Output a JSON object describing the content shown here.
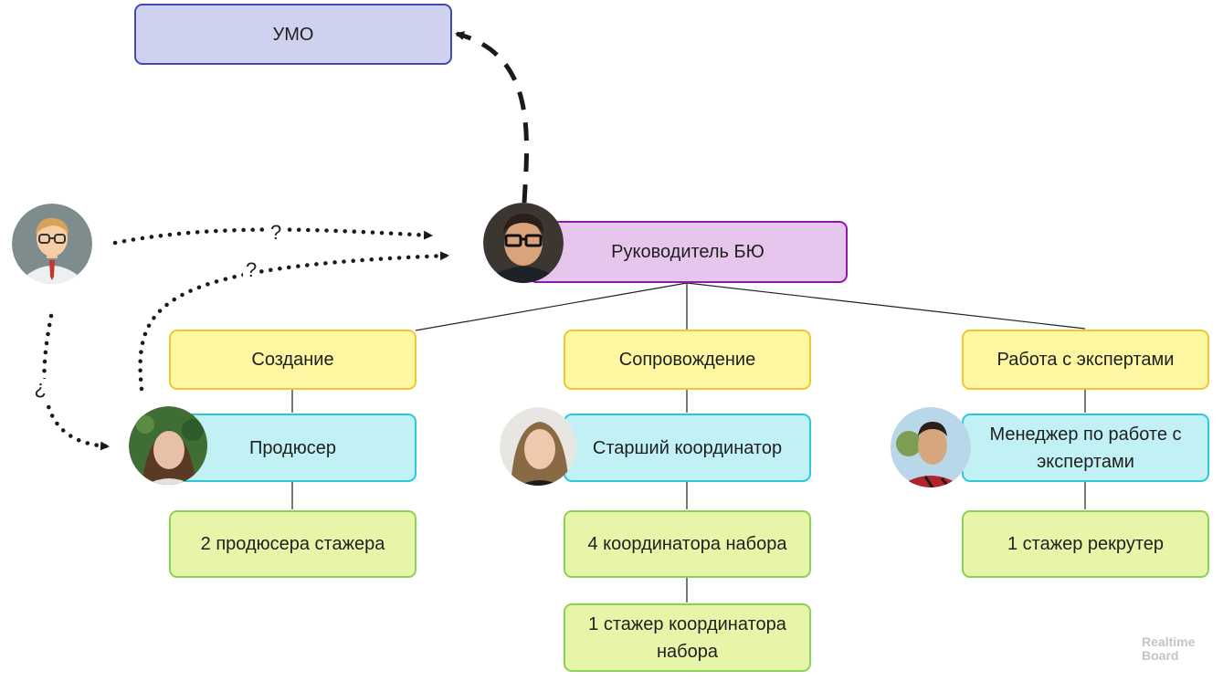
{
  "nodes": {
    "umo": "УМО",
    "head": "Руководитель БЮ",
    "dept_creation": "Создание",
    "dept_support": "Сопровождение",
    "dept_experts": "Работа с экспертами",
    "producer": "Продюсер",
    "senior_coordinator": "Старший координатор",
    "expert_manager": "Менеджер по работе с экспертами",
    "producer_interns": "2 продюсера стажера",
    "recruitment_coordinators": "4 координатора набора",
    "coordinator_intern": "1 стажер координатора набора",
    "recruiter_intern": "1 стажер рекрутер"
  },
  "question_marks": {
    "upper": "?",
    "lower": "?",
    "left": "?"
  },
  "watermark": "Realtime Board",
  "colors": {
    "umo_fill": "#cfd2ee",
    "head_fill": "#e6c6ec",
    "department_fill": "#fdf7a1",
    "lead_fill": "#c1f1f5",
    "team_fill": "#e6f5a8"
  }
}
